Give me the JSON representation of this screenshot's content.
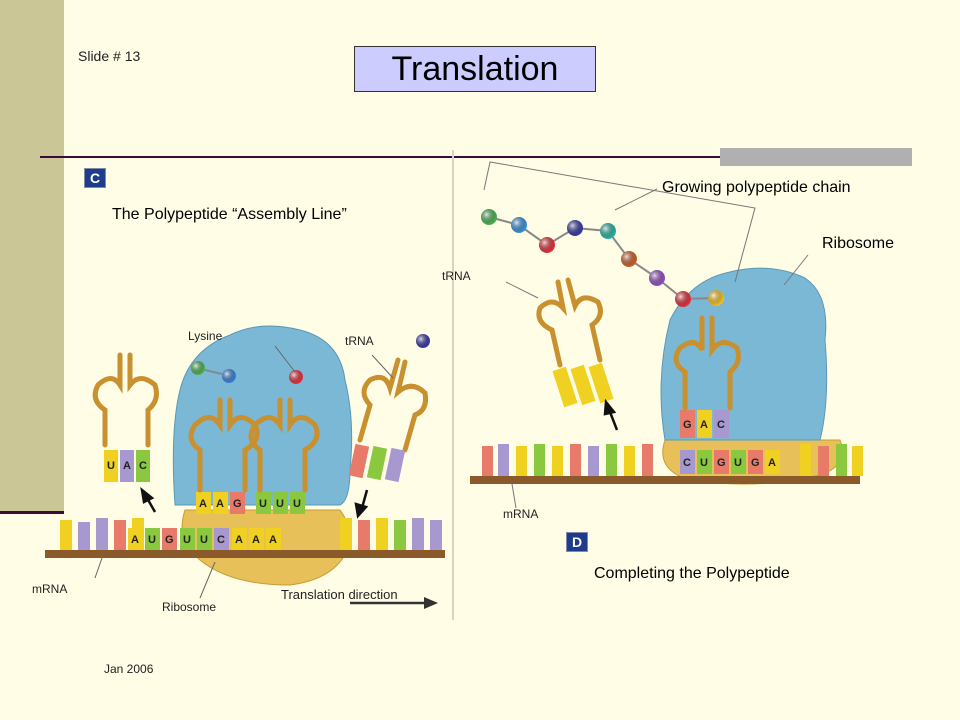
{
  "slide": {
    "number_label": "Slide # 13",
    "title": "Translation",
    "date": "Jan 2006"
  },
  "panel_c": {
    "badge": "C",
    "caption": "The Polypeptide “Assembly Line”",
    "labels": {
      "lysine": "Lysine",
      "trna": "tRNA",
      "mrna": "mRNA",
      "ribosome": "Ribosome",
      "direction": "Translation direction"
    },
    "incoming_anticodon": [
      "U",
      "A",
      "C"
    ],
    "ribosome_anticodons": [
      "A",
      "A",
      "G",
      "U",
      "U",
      "U"
    ],
    "mrna_codons": [
      "A",
      "U",
      "G",
      "U",
      "U",
      "C",
      "A",
      "A",
      "A"
    ]
  },
  "panel_d": {
    "badge": "D",
    "caption": "Completing the Polypeptide",
    "labels": {
      "growing_chain": "Growing polypeptide chain",
      "ribosome": "Ribosome",
      "trna": "tRNA",
      "mrna": "mRNA"
    },
    "ribosome_anticodon": [
      "G",
      "A",
      "C"
    ],
    "mrna_codons": [
      "C",
      "U",
      "G",
      "U",
      "G",
      "A"
    ]
  },
  "colors": {
    "sidebar": "#cbc696",
    "background": "#fffde6",
    "title_box": "#ccccff",
    "ribosome_top": "#7ab8d6",
    "ribosome_bottom": "#e8c05a",
    "trna": "#c8902e"
  }
}
